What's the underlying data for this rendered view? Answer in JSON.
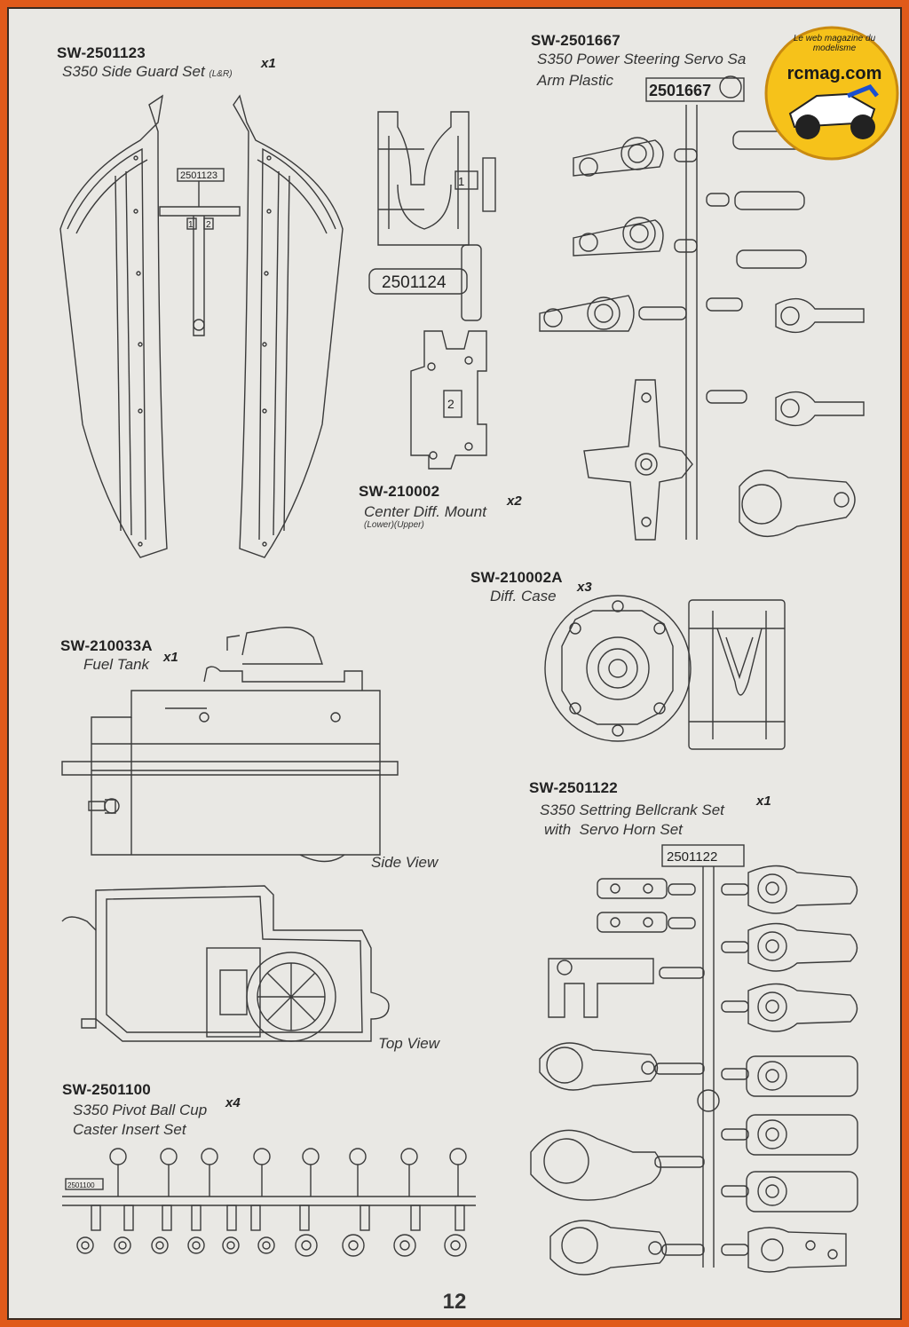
{
  "page_number": "12",
  "logo": {
    "brand": "rcmag.com",
    "tagline": "Le web magazine du modelisme"
  },
  "parts": {
    "side_guard": {
      "code": "SW-2501123",
      "name": "S350 Side Guard Set",
      "note": "(L&R)",
      "qty": "x1",
      "tag": "2501123"
    },
    "servo_saver": {
      "code": "SW-2501667",
      "name_line1": "S350 Power Steering Servo Sa",
      "name_line2": "Arm Plastic",
      "tag": "2501667"
    },
    "center_diff_mount": {
      "code": "SW-210002",
      "name": "Center Diff. Mount",
      "note": "(Lower)(Upper)",
      "qty": "x2",
      "tag": "2501124",
      "num1": "1",
      "num2": "2"
    },
    "diff_case": {
      "code": "SW-210002A",
      "name": "Diff. Case",
      "qty": "x3"
    },
    "fuel_tank": {
      "code": "SW-210033A",
      "name": "Fuel Tank",
      "qty": "x1",
      "side_view": "Side View",
      "top_view": "Top View"
    },
    "bellcrank": {
      "code": "SW-2501122",
      "name_line1": "S350 Settring Bellcrank Set",
      "name_line2": "with  Servo Horn Set",
      "qty": "x1",
      "tag": "2501122"
    },
    "pivot_ball_cup": {
      "code": "SW-2501100",
      "name_line1": "S350 Pivot Ball Cup",
      "name_line2": "Caster Insert Set",
      "qty": "x4",
      "tag": "2501100"
    }
  }
}
